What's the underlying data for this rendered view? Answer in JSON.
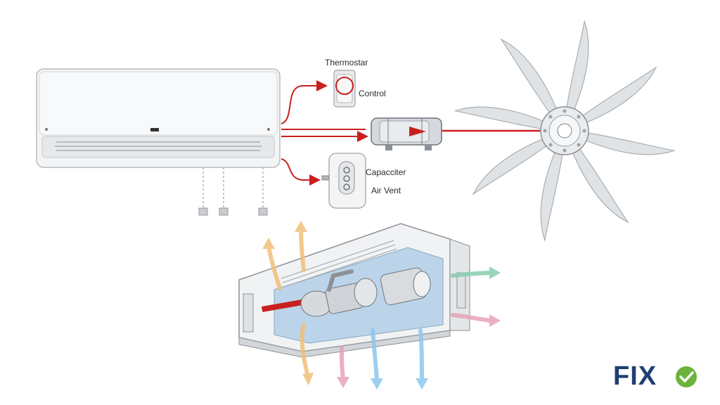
{
  "labels": {
    "thermostar": "Thermostar",
    "control": "Control",
    "capacitor": "Capacciter",
    "air_vent": "Air Vent"
  },
  "logo": {
    "text": "FIX",
    "color_primary": "#1f3f73",
    "color_check": "#6bb33c",
    "icon": "checkmark-circle-icon"
  },
  "colors": {
    "wire": "#c9201f",
    "airflow_warm": "#f0c07a",
    "airflow_cool": "#8cc8ee",
    "airflow_green": "#86ceb0",
    "airflow_pink": "#e8a3b8",
    "fan_blade": "#dfe2e5",
    "duct_panel": "#a9cbe6"
  }
}
